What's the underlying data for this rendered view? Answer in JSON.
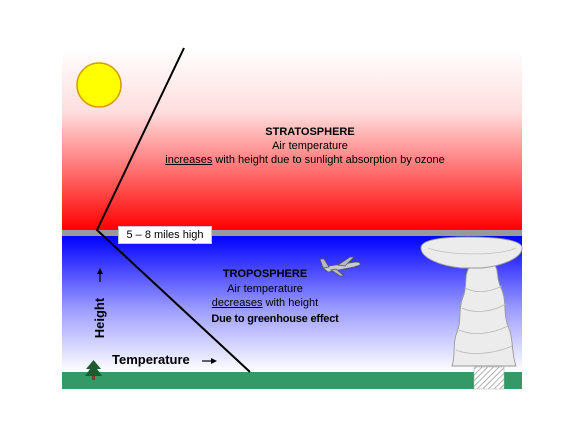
{
  "stratosphere": {
    "title": "STRATOSPHERE",
    "line1": "Air temperature",
    "line2_emph": "increases",
    "line2_rest": " with height due to sunlight absorption by ozone"
  },
  "boundary": {
    "label": "5 – 8 miles high"
  },
  "troposphere": {
    "title": "TROPOSPHERE",
    "line1": "Air temperature",
    "line2_emph": "decreases",
    "line2_rest": " with height",
    "line3": "Due to greenhouse effect"
  },
  "axes": {
    "x_label": "Temperature",
    "y_label": "Height"
  },
  "icons": [
    "sun-icon",
    "airplane-icon",
    "tree-icon",
    "thundercloud-icon",
    "arrow-right-icon",
    "arrow-up-icon"
  ],
  "colors": {
    "stratosphere_top": "#ffffff",
    "stratosphere_bottom": "#ff0000",
    "troposphere_top": "#0000ff",
    "troposphere_bottom": "#ffffff",
    "boundary": "#999999",
    "ground": "#339966",
    "sun": "#ffff00",
    "sun_outline": "#d4a000"
  }
}
